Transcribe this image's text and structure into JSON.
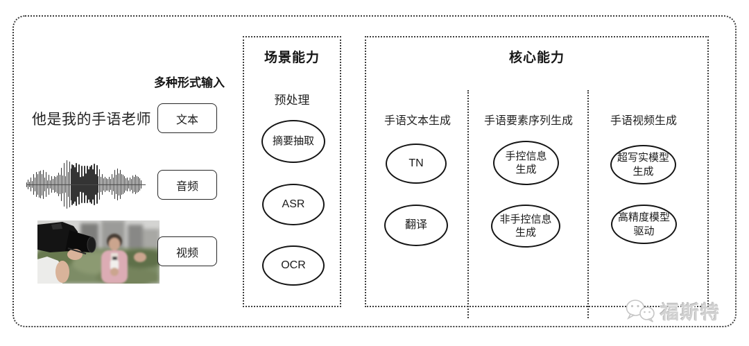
{
  "colors": {
    "border": "#3d3d3d",
    "text": "#1c1c1c",
    "node_border": "#141414",
    "watermark": "#d2d2d2",
    "background": "#ffffff"
  },
  "inputs": {
    "header": "多种形式输入",
    "text_sample": "他是我的手语老师",
    "waveform_icon": "audio-waveform-icon",
    "video_thumbnail_icon": "camera-filming-reporter-photo",
    "items": [
      {
        "label": "文本"
      },
      {
        "label": "音频"
      },
      {
        "label": "视频"
      }
    ]
  },
  "scene": {
    "title": "场景能力",
    "subtitle": "预处理",
    "nodes": [
      {
        "label": "摘要抽取"
      },
      {
        "label": "ASR"
      },
      {
        "label": "OCR"
      }
    ]
  },
  "core": {
    "title": "核心能力",
    "columns": [
      {
        "label": "手语文本生成",
        "nodes": [
          {
            "label": "TN"
          },
          {
            "label": "翻译"
          }
        ]
      },
      {
        "label": "手语要素序列生成",
        "nodes": [
          {
            "label": "手控信息\n生成"
          },
          {
            "label": "非手控信息\n生成"
          }
        ]
      },
      {
        "label": "手语视频生成",
        "nodes": [
          {
            "label": "超写实模型\n生成"
          },
          {
            "label": "高精度模型\n驱动"
          }
        ]
      }
    ]
  },
  "watermark": {
    "icon": "wechat-icon",
    "label": "福斯特"
  }
}
